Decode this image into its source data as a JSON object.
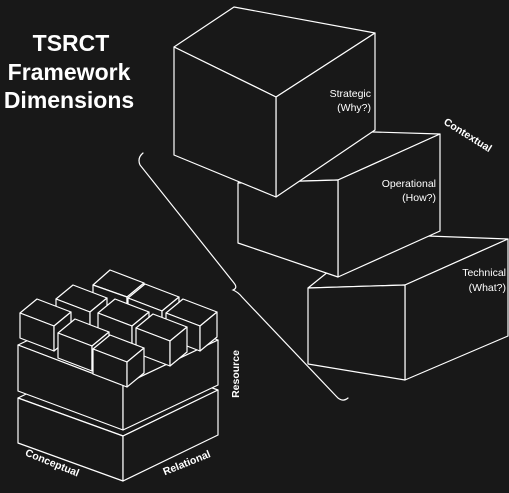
{
  "title": {
    "line1": "TSRCT",
    "line2": "Framework",
    "line3": "Dimensions"
  },
  "layers": {
    "strategic": {
      "name": "Strategic",
      "question": "(Why?)"
    },
    "operational": {
      "name": "Operational",
      "question": "(How?)"
    },
    "technical": {
      "name": "Technical",
      "question": "(What?)"
    }
  },
  "axes": {
    "contextual": "Contextual",
    "resource": "Resource",
    "conceptual": "Conceptual",
    "relational": "Relational"
  },
  "colors": {
    "background": "#181818",
    "stroke": "#ffffff",
    "text": "#ffffff"
  }
}
